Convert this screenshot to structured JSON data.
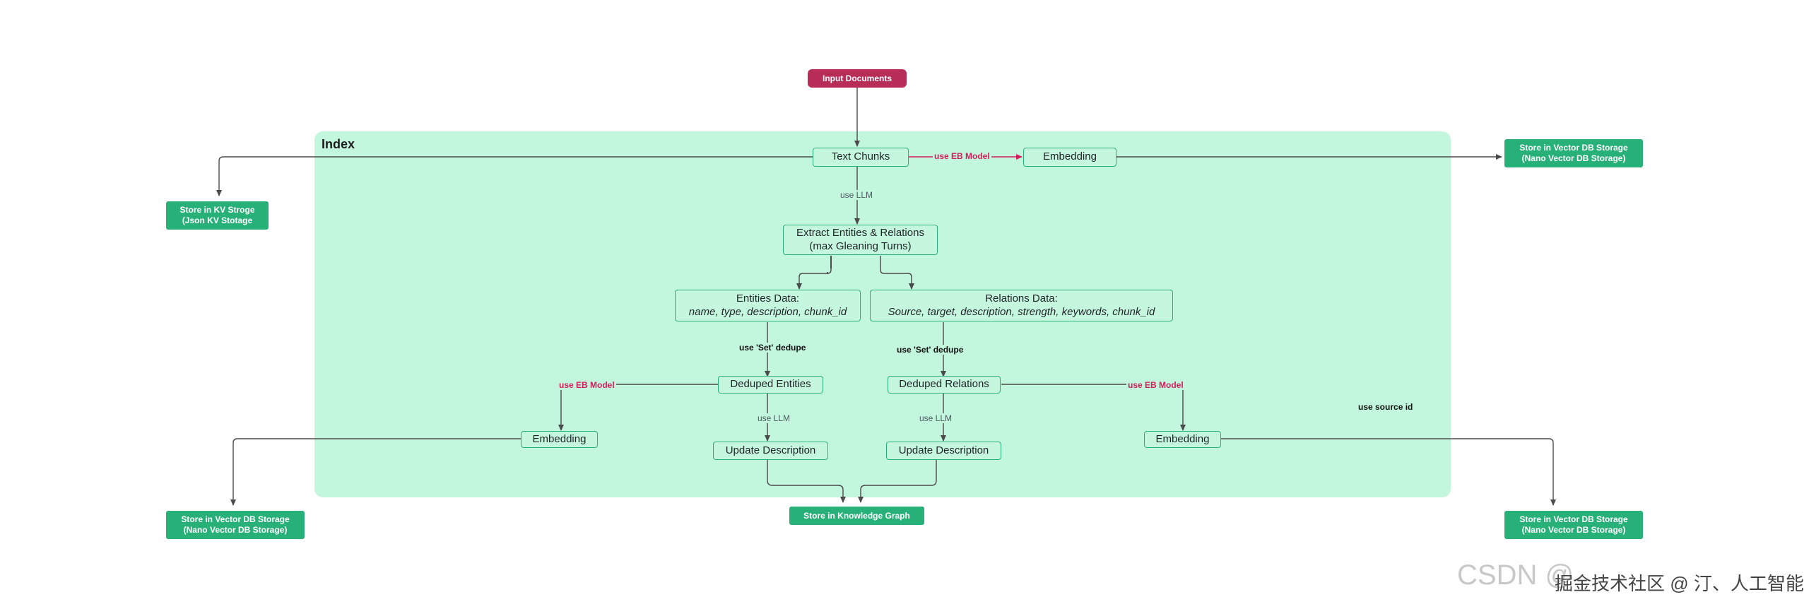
{
  "index_title": "Index",
  "nodes": {
    "input_documents": "Input Documents",
    "text_chunks": "Text Chunks",
    "embedding_top": "Embedding",
    "extract": {
      "line1": "Extract Entities & Relations",
      "line2": "(max Gleaning Turns)"
    },
    "entities_data": {
      "line1": "Entities Data:",
      "line2": "name, type, description, chunk_id"
    },
    "relations_data": {
      "line1": "Relations Data:",
      "line2": "Source, target, description, strength, keywords, chunk_id"
    },
    "deduped_entities": "Deduped Entities",
    "deduped_relations": "Deduped Relations",
    "embedding_left": "Embedding",
    "embedding_right": "Embedding",
    "update_description_left": "Update Description",
    "update_description_right": "Update Description"
  },
  "stores": {
    "kv": {
      "line1": "Store in KV Stroge",
      "line2": "(Json KV Stotage"
    },
    "vector_top": {
      "line1": "Store in Vector DB Storage",
      "line2": "(Nano Vector DB Storage)"
    },
    "vector_left": {
      "line1": "Store in Vector DB Storage",
      "line2": "(Nano Vector DB Storage)"
    },
    "vector_right": {
      "line1": "Store in Vector DB Storage",
      "line2": "(Nano Vector DB Storage)"
    },
    "knowledge_graph": "Store in Knowledge Graph"
  },
  "edge_labels": {
    "use_eb_model_top": "use EB Model",
    "use_llm_extract": "use LLM",
    "set_dedupe_entities": "use 'Set' dedupe",
    "set_dedupe_relations": "use 'Set' dedupe",
    "use_eb_model_entities": "use EB Model",
    "use_eb_model_relations": "use EB Model",
    "use_llm_entities": "use LLM",
    "use_llm_relations": "use LLM",
    "use_source_id": "use source id"
  },
  "colors": {
    "index_bg": "#c2f7de",
    "node_border": "#2bb07a",
    "store_fill": "#27b178",
    "input_fill": "#b72d58",
    "label_red": "#d31d5c",
    "wire": "#4a4a4a"
  },
  "watermark": {
    "main": "CSDN @",
    "sub": "掘金技术社区 @ 汀、人工智能"
  }
}
